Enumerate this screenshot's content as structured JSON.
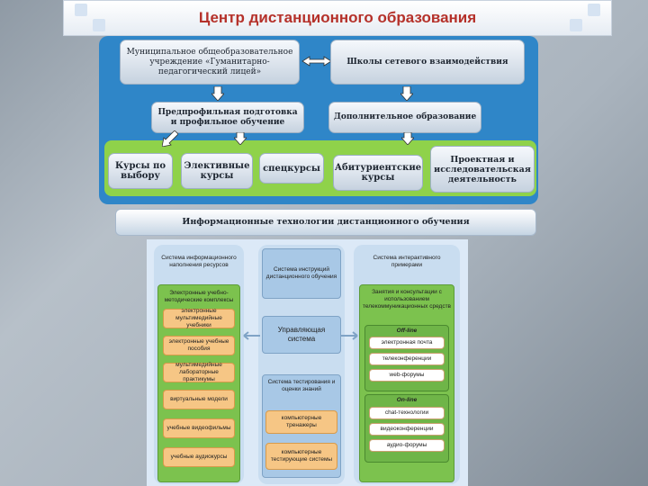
{
  "title": "Центр дистанционного образования",
  "top": {
    "municipal": "Муниципальное общеобразовательное учреждение «Гуманитарно-педагогический лицей»",
    "network_schools": "Школы сетевого взаимодействия",
    "preprofile": "Предпрофильная подготовка и профильное обучение",
    "additional": "Дополнительное образование"
  },
  "courses": [
    "Курсы по выбору",
    "Элективные курсы",
    "спецкурсы",
    "Абитуриентские курсы",
    "Проектная и исследовательская деятельность"
  ],
  "it_bar": "Информационные технологии дистанционного обучения",
  "lower": {
    "left_header": "Система информационного наполнения ресурсов",
    "left_group": "Электронные учебно-методические комплексы",
    "left_items": [
      "электронные мультимедийные учебники",
      "электронные учебные пособия",
      "мультимедийные лабораторные практикумы",
      "виртуальные модели",
      "учебные видеофильмы",
      "учебные аудиокурсы"
    ],
    "mid_header": "Система инструкций дистанционного обучения",
    "mid_control": "Управляющая система",
    "mid_testing": "Система тестирования и оценки знаний",
    "mid_items": [
      "компьютерные тренажеры",
      "компьютерные тестирующие системы"
    ],
    "right_header": "Система интерактивного примерами",
    "right_group": "Занятия и консультации с использованием телекоммуникационных средств",
    "offline_label": "Off-line",
    "offline_items": [
      "электронная почта",
      "телеконференции",
      "web-форумы"
    ],
    "online_label": "On-line",
    "online_items": [
      "chat-технологии",
      "видеоконференции",
      "аудио-форумы"
    ]
  },
  "colors": {
    "title": "#b5312a",
    "panel": "#2f86c8",
    "band": "#8fd24a"
  }
}
